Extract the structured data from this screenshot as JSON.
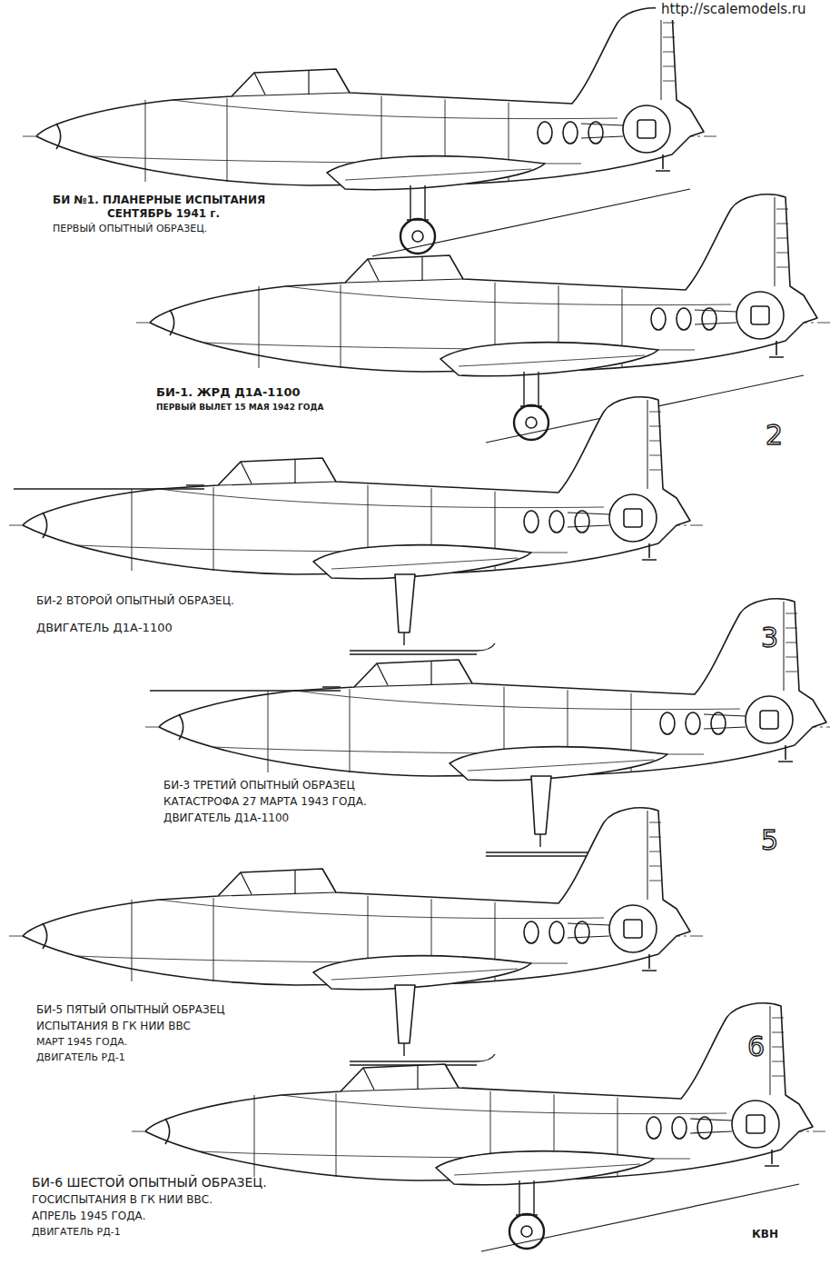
{
  "diagram": {
    "labels": [
      "http://scalemodels.ru",
      "БИ №1. ПЛАНЕРНЫЕ ИСПЫТАНИЯ",
      "СЕНТЯБРЬ 1941 г.",
      "ПЕРВЫЙ ОПЫТНЫЙ ОБРАЗЕЦ.",
      "БИ-1. ЖРД Д1А-1100",
      "ПЕРВЫЙ ВЫЛЕТ 15 МАЯ 1942 ГОДА",
      "2",
      "БИ-2 ВТОРОЙ ОПЫТНЫЙ ОБРАЗЕЦ.",
      "ДВИГАТЕЛЬ Д1А-1100",
      "3",
      "БИ-3 ТРЕТИЙ ОПЫТНЫЙ ОБРАЗЕЦ",
      "КАТАСТРОФА 27 МАРТА 1943 ГОДА.",
      "ДВИГАТЕЛЬ Д1А-1100",
      "5",
      "БИ-5 ПЯТЫЙ ОПЫТНЫЙ ОБРАЗЕЦ",
      "ИСПЫТАНИЯ В ГК НИИ ВВС",
      "МАРТ 1945 ГОДА.",
      "ДВИГАТЕЛЬ РД-1",
      "6",
      "БИ-6 ШЕСТОЙ ОПЫТНЫЙ ОБРАЗЕЦ.",
      "ГОСИСПЫТАНИЯ В ГК НИИ ВВС.",
      "АПРЕЛЬ 1945 ГОДА.",
      "ДВИГАТЕЛЬ РД-1",
      "КВН"
    ]
  }
}
